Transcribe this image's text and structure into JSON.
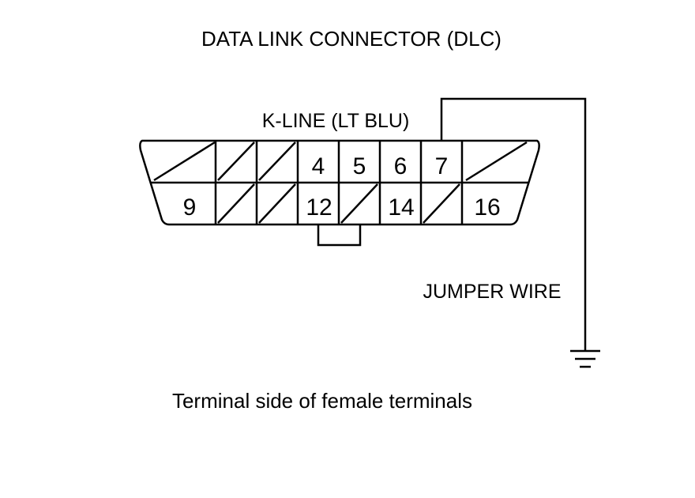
{
  "title": "DATA LINK CONNECTOR (DLC)",
  "kline_label": "K-LINE (LT BLU)",
  "jumper_label": "JUMPER WIRE",
  "caption": "Terminal side of female terminals",
  "pins": {
    "p4": "4",
    "p5": "5",
    "p6": "6",
    "p7": "7",
    "p9": "9",
    "p12": "12",
    "p14": "14",
    "p16": "16"
  },
  "colors": {
    "line": "#000000",
    "background": "#ffffff"
  }
}
